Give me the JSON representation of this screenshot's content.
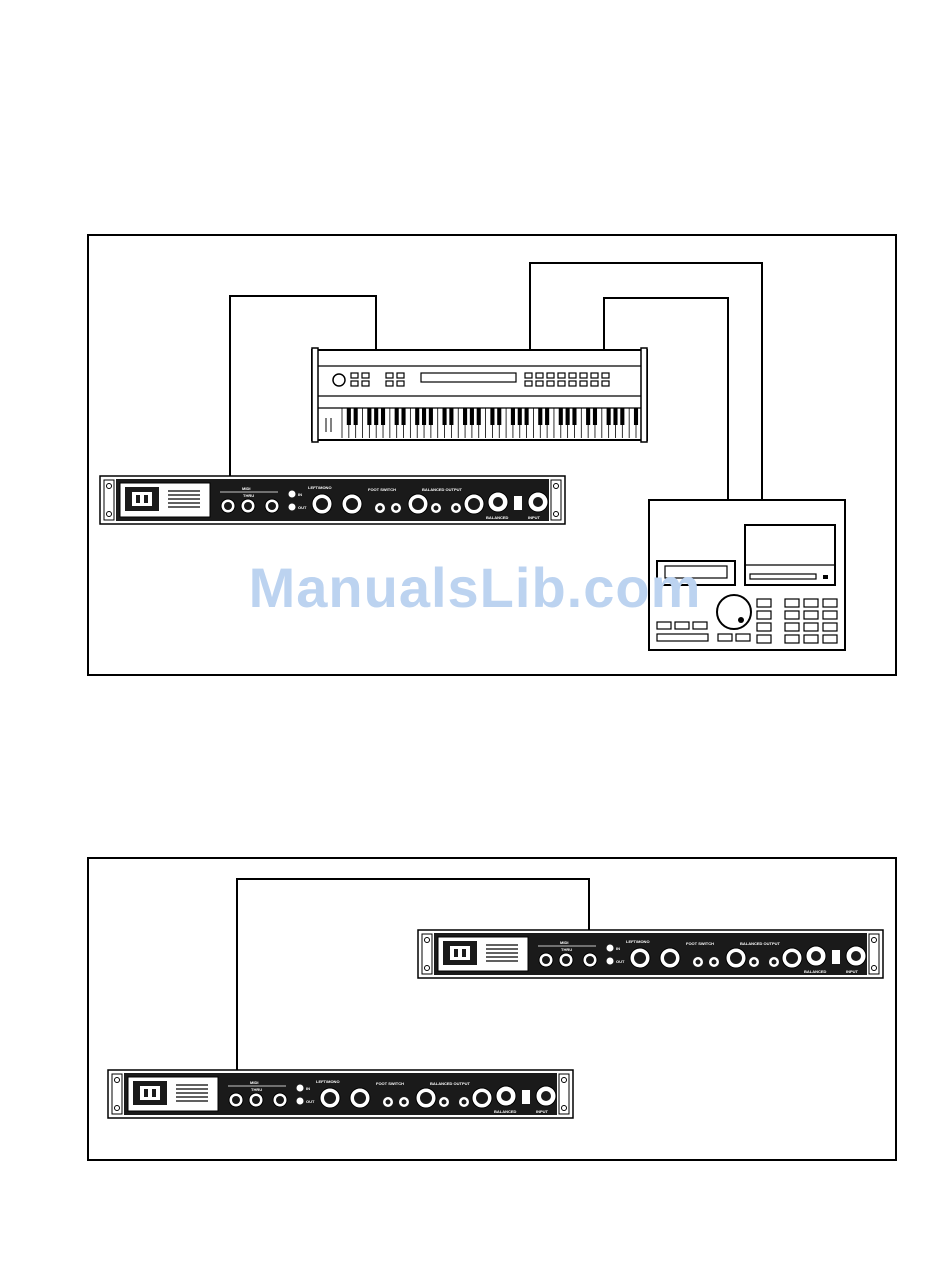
{
  "watermark": {
    "text": "ManualsLib.com"
  },
  "colors": {
    "line": "#000000",
    "rack": "#1a1a1a",
    "watermark": "#bcd3f0"
  },
  "rack_unit": {
    "labels": {
      "midi": "MIDI",
      "thru": "THRU",
      "in": "IN",
      "out": "OUT",
      "left_input": "LEFT/MONO",
      "footswitch": "FOOT SWITCH",
      "balanced_output": "BALANCED OUTPUT",
      "balanced": "BALANCED",
      "input": "INPUT"
    }
  },
  "diagrams": [
    {
      "id": "top",
      "devices": [
        "rack-processor",
        "keyboard-synth",
        "sequencer-workstation"
      ]
    },
    {
      "id": "bottom",
      "devices": [
        "rack-processor-a",
        "rack-processor-b"
      ]
    }
  ]
}
